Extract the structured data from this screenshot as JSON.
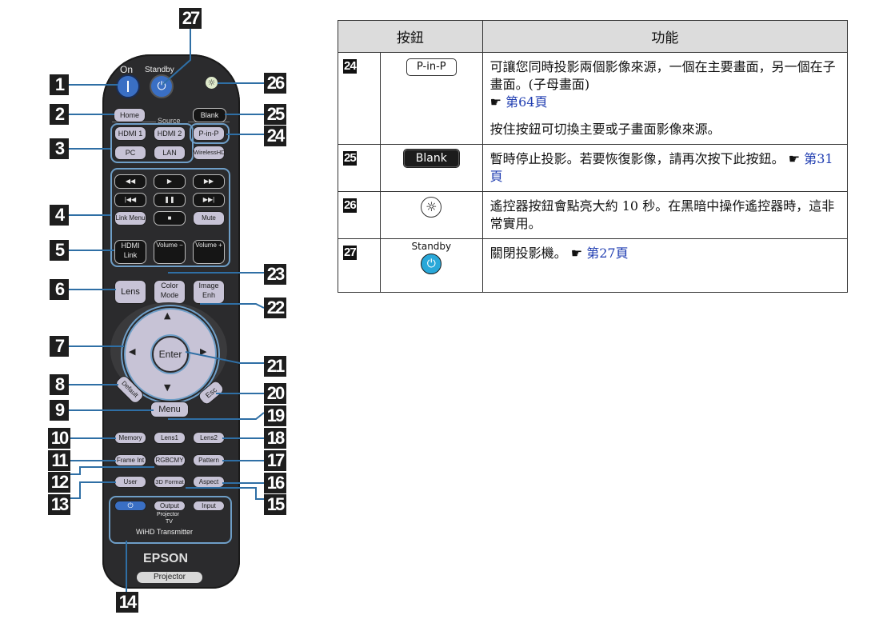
{
  "remote": {
    "top_labels": {
      "on": "On",
      "standby": "Standby",
      "source": "Source"
    },
    "buttons": {
      "home": "Home",
      "blank": "Blank",
      "hdmi1": "HDMI 1",
      "hdmi2": "HDMI 2",
      "pinp": "P-in-P",
      "pc": "PC",
      "lan": "LAN",
      "wireless_hd": "WirelessHD",
      "rewind": "◀◀",
      "play": "▶",
      "ffwd": "▶▶",
      "prev": "|◀◀",
      "pause": "❚❚",
      "next": "▶▶|",
      "link_menu": "Link Menu",
      "stop": "■",
      "mute": "Mute",
      "hdmi_link": "HDMI Link",
      "volume_minus": "Volume −",
      "volume_plus": "Volume +",
      "lens": "Lens",
      "color_mode": "Color Mode",
      "image_enh": "Image Enh",
      "enter": "Enter",
      "up": "▲",
      "down": "▼",
      "left": "◀",
      "right": "▶",
      "default": "Default",
      "menu": "Menu",
      "esc": "Esc",
      "memory": "Memory",
      "lens1": "Lens1",
      "lens2": "Lens2",
      "frame_int": "Frame Int",
      "rgbcmy": "RGBCMY",
      "pattern": "Pattern",
      "user": "User",
      "format3d": "3D Format",
      "aspect": "Aspect",
      "wihd_power": "⏻",
      "output": "Output",
      "input": "Input"
    },
    "wihd": {
      "projector": "Projector",
      "tv": "TV",
      "title": "WiHD Transmitter"
    },
    "brand": "EPSON",
    "model": "Projector",
    "callouts": [
      "1",
      "2",
      "3",
      "4",
      "5",
      "6",
      "7",
      "8",
      "9",
      "10",
      "11",
      "12",
      "13",
      "14",
      "15",
      "16",
      "17",
      "18",
      "19",
      "20",
      "21",
      "22",
      "23",
      "24",
      "25",
      "26",
      "27"
    ]
  },
  "table": {
    "headers": [
      "按鈕",
      "功能"
    ],
    "rows": [
      {
        "num": "24",
        "button": "P-in-P",
        "button_type": "outline",
        "desc1": "可讓您同時投影兩個影像來源，一個在主要畫面，另一個在子畫面。(子母畫面)",
        "ref": "第64頁",
        "desc2": "按住按鈕可切換主要或子畫面影像來源。"
      },
      {
        "num": "25",
        "button": "Blank",
        "button_type": "dark",
        "desc1": "暫時停止投影。若要恢復影像，請再次按下此按鈕。",
        "ref": "第31頁"
      },
      {
        "num": "26",
        "button": "",
        "button_type": "light-icon",
        "desc1": "遙控器按鈕會點亮大約 10 秒。在黑暗中操作遙控器時，這非常實用。"
      },
      {
        "num": "27",
        "button": "Standby",
        "button_type": "standby-icon",
        "desc1": "關閉投影機。",
        "ref": "第27頁"
      }
    ],
    "ref_icon": "pointing-hand-icon",
    "link_color": "#1d3bb0"
  }
}
